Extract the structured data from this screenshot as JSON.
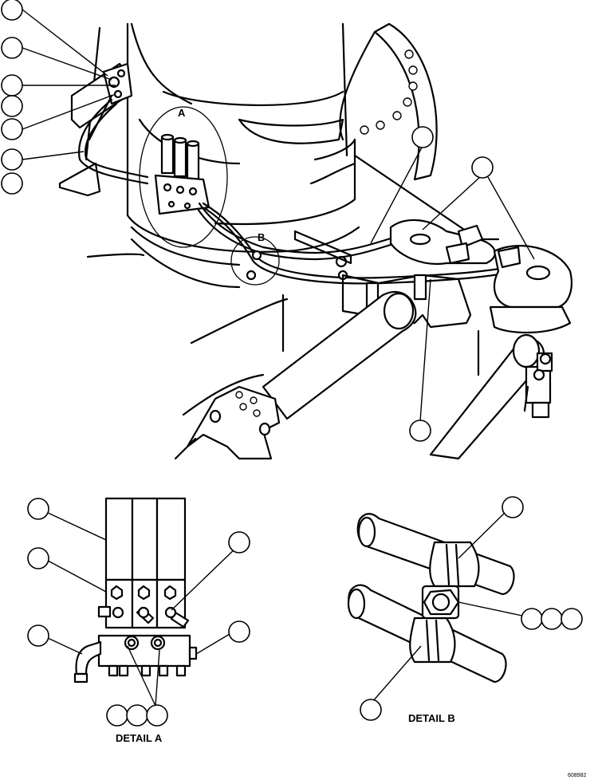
{
  "labels": {
    "detail_a_marker": "A",
    "detail_b_marker": "B",
    "detail_a_title": "DETAIL A",
    "detail_b_title": "DETAIL B",
    "drawing_number": "608982"
  },
  "colors": {
    "line": "#000000",
    "background": "#ffffff"
  }
}
